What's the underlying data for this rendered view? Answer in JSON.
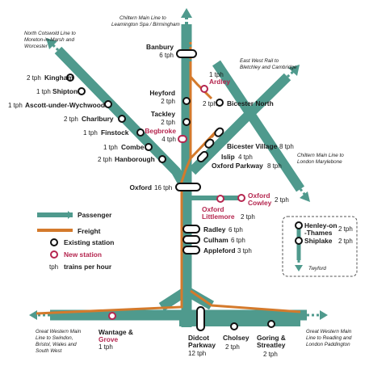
{
  "colors": {
    "passenger": "#4f9a8d",
    "freight": "#d47a2c",
    "new_station": "#b5264f",
    "station_fill": "#ffffff",
    "station_stroke": "#111111"
  },
  "stations": {
    "banbury": {
      "name": "Banbury",
      "tph": "6 tph"
    },
    "ardley": {
      "name": "Ardley",
      "tph": "1 tph"
    },
    "heyford": {
      "name": "Heyford",
      "tph": "2 tph"
    },
    "bicester_north": {
      "name": "Bicester North",
      "tph": "2 tph"
    },
    "kingham": {
      "name": "Kingham",
      "tph": "2 tph"
    },
    "shipton": {
      "name": "Shipton",
      "tph": "1 tph"
    },
    "ascott": {
      "name": "Ascott-under-Wychwood",
      "tph": "1 tph"
    },
    "charlbury": {
      "name": "Charlbury",
      "tph": "2 tph"
    },
    "tackley": {
      "name": "Tackley",
      "tph": "2 tph"
    },
    "finstock": {
      "name": "Finstock",
      "tph": "1 tph"
    },
    "begbroke": {
      "name": "Begbroke",
      "tph": "4 tph"
    },
    "combe": {
      "name": "Combe",
      "tph": "1 tph"
    },
    "hanborough": {
      "name": "Hanborough",
      "tph": "2 tph"
    },
    "bicester_village": {
      "name": "Bicester Village",
      "tph": "8 tph"
    },
    "islip": {
      "name": "Islip",
      "tph": "4 tph"
    },
    "oxford_parkway": {
      "name": "Oxford Parkway",
      "tph": "8 tph"
    },
    "oxford": {
      "name": "Oxford",
      "tph": "16 tph"
    },
    "oxford_cowley": {
      "name_line1": "Oxford",
      "name_line2": "Cowley",
      "tph": "2 tph"
    },
    "oxford_littlemore": {
      "name_line1": "Oxford",
      "name_line2": "Littlemore",
      "tph": "2 tph"
    },
    "radley": {
      "name": "Radley",
      "tph": "6 tph"
    },
    "culham": {
      "name": "Culham",
      "tph": "6 tph"
    },
    "appleford": {
      "name": "Appleford",
      "tph": "3 tph"
    },
    "henley": {
      "name_line1": "Henley-on",
      "name_line2": "-Thames",
      "tph": "2 tph"
    },
    "shiplake": {
      "name": "Shiplake",
      "tph": "2 tph"
    },
    "twyford": {
      "name": "Twyford"
    },
    "wantage": {
      "name_line1": "Wantage &",
      "name_line2": "Grove",
      "tph": "1 tph"
    },
    "didcot": {
      "name_line1": "Didcot",
      "name_line2": "Parkway",
      "tph": "12 tph"
    },
    "cholsey": {
      "name": "Cholsey",
      "tph": "2 tph"
    },
    "goring": {
      "name_line1": "Goring &",
      "name_line2": "Streatley",
      "tph": "2 tph"
    }
  },
  "destinations": {
    "chiltern_north": {
      "line1": "Chiltern Main Line to",
      "line2": "Leamington Spa / Birmingham"
    },
    "cotswold": {
      "line1": "North Cotswold Line to",
      "line2": "Moreton-in-Marsh and",
      "line3": "Worcester"
    },
    "east_west": {
      "line1": "East West Rail to",
      "line2": "Bletchley and Cambridge"
    },
    "chiltern_south": {
      "line1": "Chiltern Main Line to",
      "line2": "London Marylebone"
    },
    "gwml_west": {
      "line1": "Great Western Main",
      "line2": "Line to Swindon,",
      "line3": "Bristol, Wales and",
      "line4": "South West"
    },
    "gwml_east": {
      "line1": "Great Western Main",
      "line2": "Line to Reading and",
      "line3": "London Paddington"
    }
  },
  "legend": {
    "passenger": "Passenger",
    "freight": "Freight",
    "existing_station": "Existing station",
    "new_station": "New station",
    "tph_key": "tph",
    "tph_meaning": "trains per hour"
  }
}
